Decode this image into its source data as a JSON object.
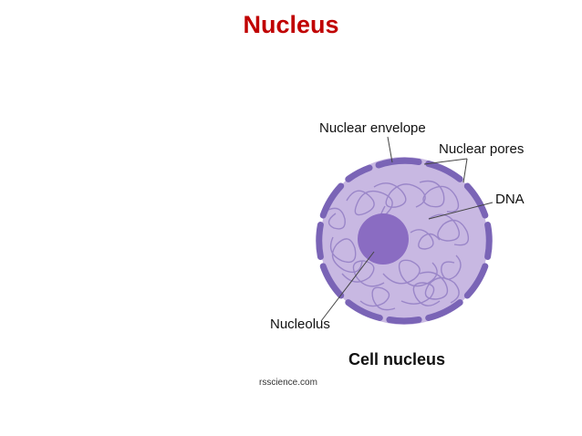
{
  "slide": {
    "title": "Nucleus"
  },
  "diagram": {
    "labels": {
      "nuclear_envelope": "Nuclear envelope",
      "nuclear_pores": "Nuclear pores",
      "dna": "DNA",
      "nucleolus": "Nucleolus"
    },
    "caption": "Cell nucleus",
    "credit": "rsscience.com",
    "colors": {
      "title": "#c00000",
      "nucleoplasm": "#c8b8e2",
      "envelope": "#7a64b6",
      "nucleolus": "#8a6cc2",
      "chromatin": "#9a86c8"
    }
  }
}
